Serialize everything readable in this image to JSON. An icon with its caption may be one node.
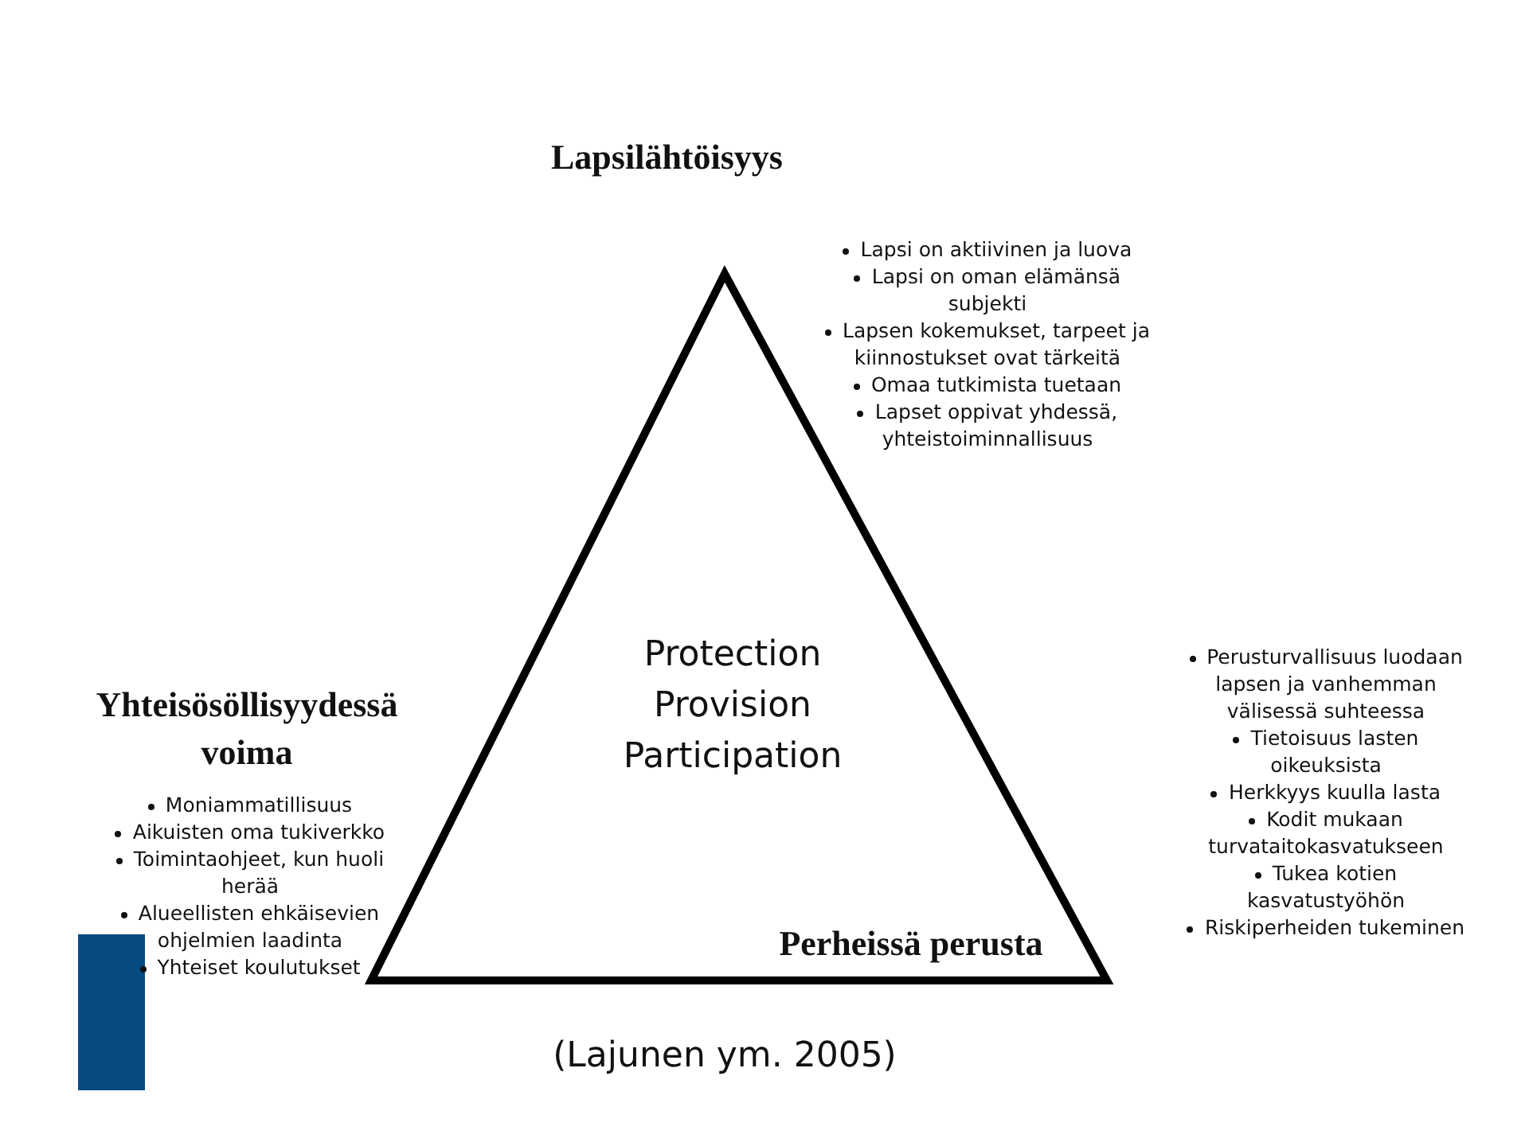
{
  "diagram": {
    "title": "Lapsilähtöisyys",
    "labels": [
      "Lapsi on aktiivinen ja luova",
      "Lapsi on oman elämänsä subjekti",
      "Lapsen kokemukset, tarpeet ja kiinnostukset ovat tärkeitä",
      "Omaa tutkimista tuetaan",
      "Lapset oppivat yhdessä, yhteistoiminnallisuus",
      "Yhteisösöllisyydessä voima",
      "Moniammatillisuus",
      "Aikuisten oma tukiverkko",
      "Toimintaohjeet, kun huoli herää",
      "Alueellisten ehkäisevien ohjelmien laadinta",
      "Yhteiset koulutukset",
      "Protection",
      "Provision",
      "Participation",
      "Perheissä perusta",
      "Perusturvallisuus luodaan lapsen ja vanhemman välisessä suhteessa",
      "Tietoisuus lasten oikeuksista",
      "Herkkyys kuulla lasta",
      "Kodit mukaan turvataitokasvatukseen",
      "Tukea kotien kasvatustyöhön",
      "Riskiperheiden tukeminen",
      "(Lajunen ym. 2005)"
    ]
  }
}
